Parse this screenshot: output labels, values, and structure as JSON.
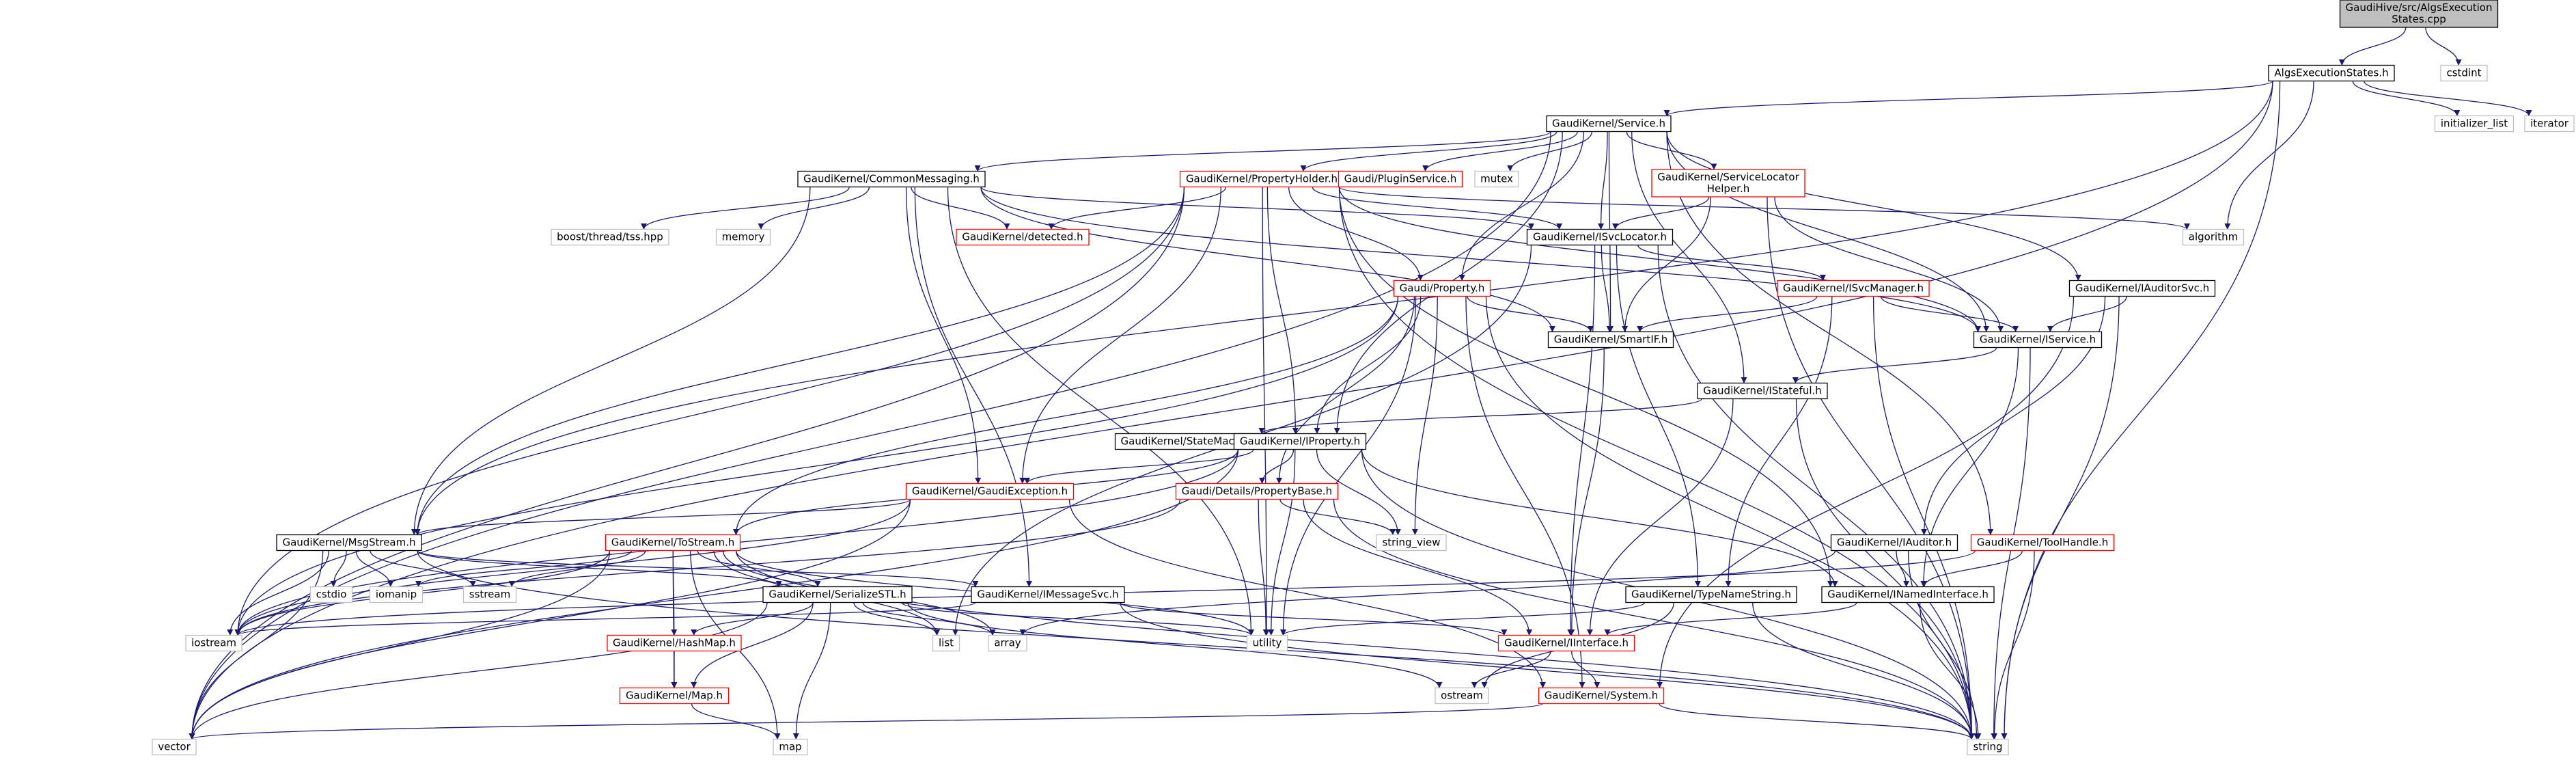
{
  "graph": {
    "nodes": [
      {
        "id": "root",
        "label_lines": [
          "GaudiHive/src/AlgsExecution",
          "States.cpp"
        ],
        "style": "root"
      },
      {
        "id": "aes",
        "label_lines": [
          "AlgsExecutionStates.h"
        ],
        "style": "normal"
      },
      {
        "id": "cstdint",
        "label_lines": [
          "cstdint"
        ],
        "style": "external"
      },
      {
        "id": "initlist",
        "label_lines": [
          "initializer_list"
        ],
        "style": "external"
      },
      {
        "id": "iterator",
        "label_lines": [
          "iterator"
        ],
        "style": "external"
      },
      {
        "id": "service",
        "label_lines": [
          "GaudiKernel/Service.h"
        ],
        "style": "normal"
      },
      {
        "id": "cmsg",
        "label_lines": [
          "GaudiKernel/CommonMessaging.h"
        ],
        "style": "normal"
      },
      {
        "id": "propholder",
        "label_lines": [
          "GaudiKernel/PropertyHolder.h"
        ],
        "style": "incomplete"
      },
      {
        "id": "pluginsvc",
        "label_lines": [
          "Gaudi/PluginService.h"
        ],
        "style": "incomplete"
      },
      {
        "id": "mutex",
        "label_lines": [
          "mutex"
        ],
        "style": "external"
      },
      {
        "id": "svclochelper",
        "label_lines": [
          "GaudiKernel/ServiceLocator",
          "Helper.h"
        ],
        "style": "incomplete"
      },
      {
        "id": "algorithm",
        "label_lines": [
          "algorithm"
        ],
        "style": "external"
      },
      {
        "id": "tss",
        "label_lines": [
          "boost/thread/tss.hpp"
        ],
        "style": "external"
      },
      {
        "id": "memory",
        "label_lines": [
          "memory"
        ],
        "style": "external"
      },
      {
        "id": "detected",
        "label_lines": [
          "GaudiKernel/detected.h"
        ],
        "style": "incomplete"
      },
      {
        "id": "isvcloc",
        "label_lines": [
          "GaudiKernel/ISvcLocator.h"
        ],
        "style": "normal"
      },
      {
        "id": "property",
        "label_lines": [
          "Gaudi/Property.h"
        ],
        "style": "incomplete"
      },
      {
        "id": "isvcmgr",
        "label_lines": [
          "GaudiKernel/ISvcManager.h"
        ],
        "style": "incomplete"
      },
      {
        "id": "iauditorsvc",
        "label_lines": [
          "GaudiKernel/IAuditorSvc.h"
        ],
        "style": "normal"
      },
      {
        "id": "smartif",
        "label_lines": [
          "GaudiKernel/SmartIF.h"
        ],
        "style": "normal"
      },
      {
        "id": "iservice",
        "label_lines": [
          "GaudiKernel/IService.h"
        ],
        "style": "normal"
      },
      {
        "id": "istateful",
        "label_lines": [
          "GaudiKernel/IStateful.h"
        ],
        "style": "normal"
      },
      {
        "id": "statemachine",
        "label_lines": [
          "GaudiKernel/StateMachine.h"
        ],
        "style": "normal"
      },
      {
        "id": "iproperty",
        "label_lines": [
          "GaudiKernel/IProperty.h"
        ],
        "style": "normal"
      },
      {
        "id": "gaudiexc",
        "label_lines": [
          "GaudiKernel/GaudiException.h"
        ],
        "style": "incomplete"
      },
      {
        "id": "propbase",
        "label_lines": [
          "Gaudi/Details/PropertyBase.h"
        ],
        "style": "incomplete"
      },
      {
        "id": "stringview",
        "label_lines": [
          "string_view"
        ],
        "style": "external"
      },
      {
        "id": "msgstream",
        "label_lines": [
          "GaudiKernel/MsgStream.h"
        ],
        "style": "normal"
      },
      {
        "id": "tostream",
        "label_lines": [
          "GaudiKernel/ToStream.h"
        ],
        "style": "incomplete"
      },
      {
        "id": "iauditor",
        "label_lines": [
          "GaudiKernel/IAuditor.h"
        ],
        "style": "normal"
      },
      {
        "id": "toolhandle",
        "label_lines": [
          "GaudiKernel/ToolHandle.h"
        ],
        "style": "incomplete"
      },
      {
        "id": "cstdio",
        "label_lines": [
          "cstdio"
        ],
        "style": "external"
      },
      {
        "id": "iomanip",
        "label_lines": [
          "iomanip"
        ],
        "style": "external"
      },
      {
        "id": "sstream",
        "label_lines": [
          "sstream"
        ],
        "style": "external"
      },
      {
        "id": "serstl",
        "label_lines": [
          "GaudiKernel/SerializeSTL.h"
        ],
        "style": "normal"
      },
      {
        "id": "imsgsvc",
        "label_lines": [
          "GaudiKernel/IMessageSvc.h"
        ],
        "style": "normal"
      },
      {
        "id": "typename",
        "label_lines": [
          "GaudiKernel/TypeNameString.h"
        ],
        "style": "normal"
      },
      {
        "id": "inamed",
        "label_lines": [
          "GaudiKernel/INamedInterface.h"
        ],
        "style": "normal"
      },
      {
        "id": "iostream",
        "label_lines": [
          "iostream"
        ],
        "style": "external"
      },
      {
        "id": "hashmap",
        "label_lines": [
          "GaudiKernel/HashMap.h"
        ],
        "style": "incomplete"
      },
      {
        "id": "list",
        "label_lines": [
          "list"
        ],
        "style": "external"
      },
      {
        "id": "array",
        "label_lines": [
          "array"
        ],
        "style": "external"
      },
      {
        "id": "utility",
        "label_lines": [
          "utility"
        ],
        "style": "external"
      },
      {
        "id": "iinterface",
        "label_lines": [
          "GaudiKernel/IInterface.h"
        ],
        "style": "incomplete"
      },
      {
        "id": "map_h",
        "label_lines": [
          "GaudiKernel/Map.h"
        ],
        "style": "incomplete"
      },
      {
        "id": "ostream",
        "label_lines": [
          "ostream"
        ],
        "style": "external"
      },
      {
        "id": "system",
        "label_lines": [
          "GaudiKernel/System.h"
        ],
        "style": "incomplete"
      },
      {
        "id": "vector",
        "label_lines": [
          "vector"
        ],
        "style": "external"
      },
      {
        "id": "map",
        "label_lines": [
          "map"
        ],
        "style": "external"
      },
      {
        "id": "string",
        "label_lines": [
          "string"
        ],
        "style": "external"
      }
    ],
    "edges": [
      [
        "root",
        "aes"
      ],
      [
        "root",
        "cstdint"
      ],
      [
        "aes",
        "service"
      ],
      [
        "aes",
        "algorithm"
      ],
      [
        "aes",
        "initlist"
      ],
      [
        "aes",
        "iterator"
      ],
      [
        "aes",
        "string"
      ],
      [
        "aes",
        "vector"
      ],
      [
        "aes",
        "msgstream"
      ],
      [
        "service",
        "cmsg"
      ],
      [
        "service",
        "propholder"
      ],
      [
        "service",
        "pluginsvc"
      ],
      [
        "service",
        "mutex"
      ],
      [
        "service",
        "svclochelper"
      ],
      [
        "service",
        "isvcloc"
      ],
      [
        "service",
        "smartif"
      ],
      [
        "service",
        "iservice"
      ],
      [
        "service",
        "istateful"
      ],
      [
        "service",
        "iauditorsvc"
      ],
      [
        "service",
        "property"
      ],
      [
        "service",
        "iproperty"
      ],
      [
        "service",
        "toolhandle"
      ],
      [
        "service",
        "vector"
      ],
      [
        "cmsg",
        "tss"
      ],
      [
        "cmsg",
        "memory"
      ],
      [
        "cmsg",
        "detected"
      ],
      [
        "cmsg",
        "isvcloc"
      ],
      [
        "cmsg",
        "iservice"
      ],
      [
        "cmsg",
        "msgstream"
      ],
      [
        "cmsg",
        "imsgsvc"
      ],
      [
        "cmsg",
        "gaudiexc"
      ],
      [
        "cmsg",
        "utility"
      ],
      [
        "cmsg",
        "smartif"
      ],
      [
        "propholder",
        "detected"
      ],
      [
        "propholder",
        "isvcloc"
      ],
      [
        "propholder",
        "property"
      ],
      [
        "propholder",
        "iproperty"
      ],
      [
        "propholder",
        "gaudiexc"
      ],
      [
        "propholder",
        "msgstream"
      ],
      [
        "propholder",
        "inamed"
      ],
      [
        "propholder",
        "string"
      ],
      [
        "propholder",
        "utility"
      ],
      [
        "propholder",
        "vector"
      ],
      [
        "propholder",
        "iostream"
      ],
      [
        "propholder",
        "algorithm"
      ],
      [
        "propholder",
        "iservice"
      ],
      [
        "svclochelper",
        "isvcloc"
      ],
      [
        "svclochelper",
        "smartif"
      ],
      [
        "svclochelper",
        "iservice"
      ],
      [
        "svclochelper",
        "string"
      ],
      [
        "isvcloc",
        "isvcmgr"
      ],
      [
        "isvcloc",
        "smartif"
      ],
      [
        "isvcloc",
        "iinterface"
      ],
      [
        "isvcloc",
        "typename"
      ],
      [
        "isvcloc",
        "string"
      ],
      [
        "isvcloc",
        "list"
      ],
      [
        "property",
        "smartif"
      ],
      [
        "property",
        "iproperty"
      ],
      [
        "property",
        "propbase"
      ],
      [
        "property",
        "tostream"
      ],
      [
        "property",
        "utility"
      ],
      [
        "property",
        "stringview"
      ],
      [
        "property",
        "string"
      ],
      [
        "property",
        "iostream"
      ],
      [
        "property",
        "system"
      ],
      [
        "isvcmgr",
        "smartif"
      ],
      [
        "isvcmgr",
        "iservice"
      ],
      [
        "isvcmgr",
        "typename"
      ],
      [
        "isvcmgr",
        "string"
      ],
      [
        "iauditorsvc",
        "iservice"
      ],
      [
        "iauditorsvc",
        "iauditor"
      ],
      [
        "iauditorsvc",
        "system"
      ],
      [
        "iauditorsvc",
        "string"
      ],
      [
        "smartif",
        "iinterface"
      ],
      [
        "iservice",
        "istateful"
      ],
      [
        "iservice",
        "inamed"
      ],
      [
        "iservice",
        "string"
      ],
      [
        "istateful",
        "statemachine"
      ],
      [
        "istateful",
        "iinterface"
      ],
      [
        "istateful",
        "string"
      ],
      [
        "iproperty",
        "gaudiexc"
      ],
      [
        "iproperty",
        "propbase"
      ],
      [
        "iproperty",
        "inamed"
      ],
      [
        "iproperty",
        "stringview"
      ],
      [
        "iproperty",
        "string"
      ],
      [
        "iproperty",
        "vector"
      ],
      [
        "iproperty",
        "iostream"
      ],
      [
        "iproperty",
        "tostream"
      ],
      [
        "iproperty",
        "utility"
      ],
      [
        "gaudiexc",
        "msgstream"
      ],
      [
        "gaudiexc",
        "system"
      ],
      [
        "gaudiexc",
        "iostream"
      ],
      [
        "gaudiexc",
        "vector"
      ],
      [
        "propbase",
        "stringview"
      ],
      [
        "propbase",
        "utility"
      ],
      [
        "propbase",
        "iinterface"
      ],
      [
        "propbase",
        "string"
      ],
      [
        "propbase",
        "iostream"
      ],
      [
        "msgstream",
        "cstdio"
      ],
      [
        "msgstream",
        "iomanip"
      ],
      [
        "msgstream",
        "sstream"
      ],
      [
        "msgstream",
        "imsgsvc"
      ],
      [
        "msgstream",
        "serstl"
      ],
      [
        "msgstream",
        "iostream"
      ],
      [
        "msgstream",
        "string"
      ],
      [
        "msgstream",
        "vector"
      ],
      [
        "tostream",
        "iomanip"
      ],
      [
        "tostream",
        "sstream"
      ],
      [
        "tostream",
        "serstl"
      ],
      [
        "tostream",
        "hashmap"
      ],
      [
        "tostream",
        "map_h"
      ],
      [
        "tostream",
        "list"
      ],
      [
        "tostream",
        "array"
      ],
      [
        "tostream",
        "map"
      ],
      [
        "tostream",
        "utility"
      ],
      [
        "tostream",
        "vector"
      ],
      [
        "tostream",
        "iostream"
      ],
      [
        "tostream",
        "string"
      ],
      [
        "serstl",
        "hashmap"
      ],
      [
        "serstl",
        "map_h"
      ],
      [
        "serstl",
        "list"
      ],
      [
        "serstl",
        "array"
      ],
      [
        "serstl",
        "map"
      ],
      [
        "serstl",
        "utility"
      ],
      [
        "serstl",
        "ostream"
      ],
      [
        "serstl",
        "vector"
      ],
      [
        "imsgsvc",
        "iinterface"
      ],
      [
        "imsgsvc",
        "iostream"
      ],
      [
        "imsgsvc",
        "string"
      ],
      [
        "iauditor",
        "inamed"
      ],
      [
        "iauditor",
        "string"
      ],
      [
        "iauditor",
        "array"
      ],
      [
        "toolhandle",
        "inamed"
      ],
      [
        "toolhandle",
        "string"
      ],
      [
        "toolhandle",
        "iostream"
      ],
      [
        "typename",
        "utility"
      ],
      [
        "typename",
        "ostream"
      ],
      [
        "typename",
        "string"
      ],
      [
        "inamed",
        "iinterface"
      ],
      [
        "inamed",
        "string"
      ],
      [
        "iinterface",
        "system"
      ],
      [
        "iinterface",
        "ostream"
      ],
      [
        "hashmap",
        "map_h"
      ],
      [
        "map_h",
        "map"
      ],
      [
        "system",
        "string"
      ],
      [
        "system",
        "vector"
      ]
    ]
  }
}
